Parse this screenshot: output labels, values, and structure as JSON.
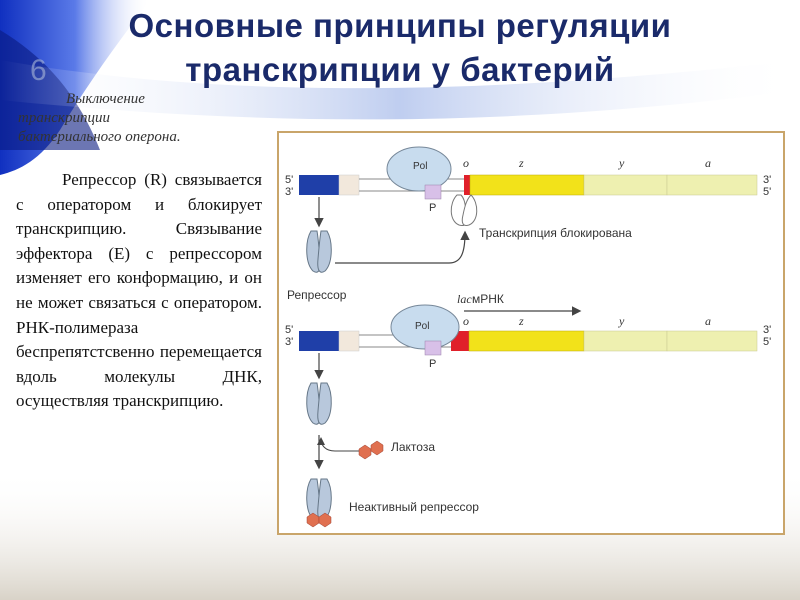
{
  "title_line1": "Основные принципы регуляции",
  "title_line2": "транскрипции у бактерий",
  "caption": {
    "line1": "Выключение",
    "line2": "транскрипции",
    "line3": "бактериального оперона."
  },
  "body_paragraph": "Репрессор (R) связывается с оператором и блокирует транскрипцию. Связывание эффектора (Е) с репрессором изменяет его конформацию, и он не может связаться с оператором. РНК-полимераза беспрепятстсвенно перемещается вдоль молекулы ДНК, осуществляя транскрипцию.",
  "diagram": {
    "strand5_top": "5'",
    "strand3_top": "3'",
    "strand3_top_right": "3'",
    "strand5_top_right": "5'",
    "pol_label_top": "Pol",
    "p_label_top": "P",
    "o_label_top": "o",
    "z_label_top": "z",
    "y_label_top": "y",
    "a_label_top": "a",
    "blocked_label": "Транскрипция блокирована",
    "repressor_label": "Репрессор",
    "mrna_label_italic": "lac",
    "mrna_label_rest": " мРНК",
    "strand5_bottom": "5'",
    "strand3_bottom": "3'",
    "strand3_bottom_right": "3'",
    "strand5_bottom_right": "5'",
    "pol_label_bottom": "Pol",
    "p_label_bottom": "P",
    "o_label_bottom": "o",
    "z_label_bottom": "z",
    "y_label_bottom": "y",
    "a_label_bottom": "a",
    "lactose_label": "Лактоза",
    "inactive_label": "Неактивный репрессор"
  },
  "colors": {
    "title": "#1a2a6a",
    "promoter_blue": "#1f3fa8",
    "operator_red": "#e0202a",
    "gene_z_yellow": "#f2e21a",
    "gene_ya_pale": "#eef0b0",
    "polymerase": "#c8dcee",
    "repressor": "#b8c8dc",
    "lactose": "#e07050",
    "frame_border": "#c9a56a"
  }
}
